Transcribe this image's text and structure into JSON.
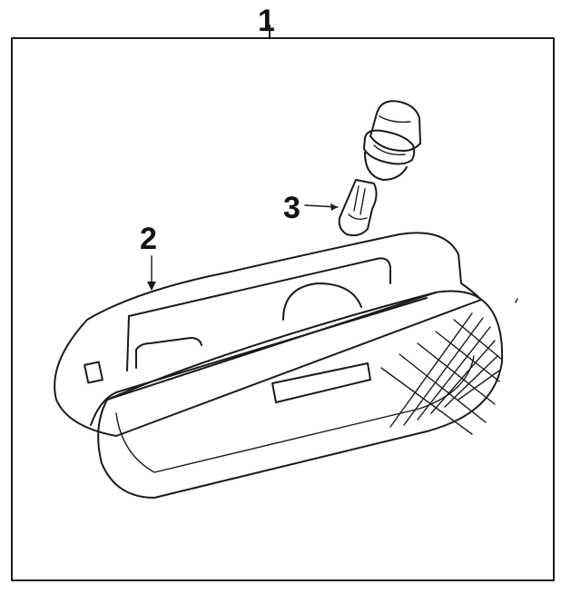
{
  "callouts": {
    "assembly": "1",
    "housing": "2",
    "bulb": "3"
  },
  "parts": [
    {
      "ref": "1",
      "icon": "lamp-assembly-frame"
    },
    {
      "ref": "2",
      "icon": "lamp-housing"
    },
    {
      "ref": "3",
      "icon": "wedge-bulb"
    },
    {
      "ref": "",
      "icon": "bulb-socket"
    }
  ],
  "colors": {
    "line": "#1a1a1a",
    "background": "#ffffff"
  }
}
